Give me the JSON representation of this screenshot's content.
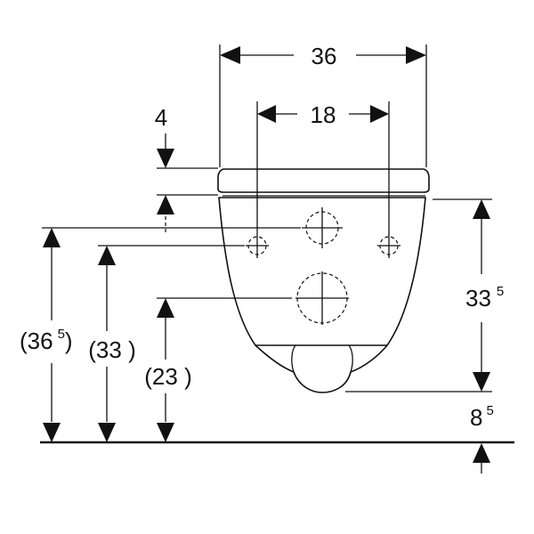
{
  "dimensions": {
    "width_total": "36",
    "fixing_spacing": "18",
    "seat_thickness": "4",
    "height_bowl": "33",
    "height_bowl_sup": "5",
    "height_floor": "8",
    "height_floor_sup": "5",
    "height_upper": "(36",
    "height_upper_sup": "5",
    "height_upper_close": ")",
    "height_middle": "(33 )",
    "height_lower": "(23 )"
  }
}
